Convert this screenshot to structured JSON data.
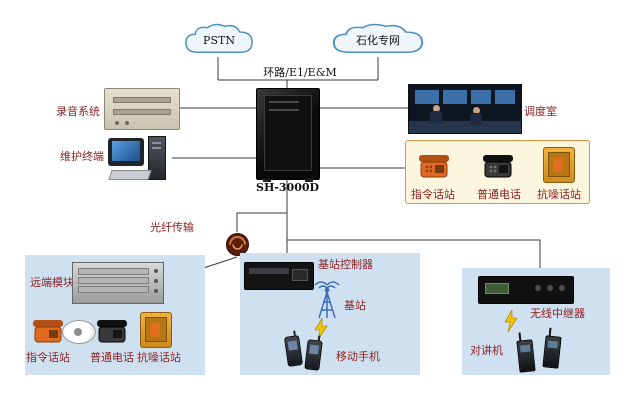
{
  "diagram": {
    "clouds": {
      "pstn": "PSTN",
      "petro": "石化专网"
    },
    "trunk_label": "环路/E1/E&M",
    "cabinet": {
      "label": "SH-3000D"
    },
    "recording_label": "录音系统",
    "maintenance_label": "维护终端",
    "dispatch_label": "调度室",
    "fiber_label": "光纤传输",
    "phone_box": {
      "command": "指令话站",
      "ordinary": "普通电话",
      "noise": "抗噪话站"
    },
    "remote_panel": {
      "title": "远端模块",
      "command": "指令话站",
      "ordinary": "普通电话",
      "noise": "抗噪话站"
    },
    "base_panel": {
      "controller": "基站控制器",
      "station": "基站",
      "mobile": "移动手机"
    },
    "repeater_panel": {
      "repeater": "无线中继器",
      "intercom": "对讲机"
    },
    "colors": {
      "panel_bg": "#cfe0f1",
      "phone_box_bg": "#fdf6de",
      "phone_box_border": "#e0913f",
      "label_red": "#8b2222",
      "line": "#3a3a3a"
    }
  }
}
